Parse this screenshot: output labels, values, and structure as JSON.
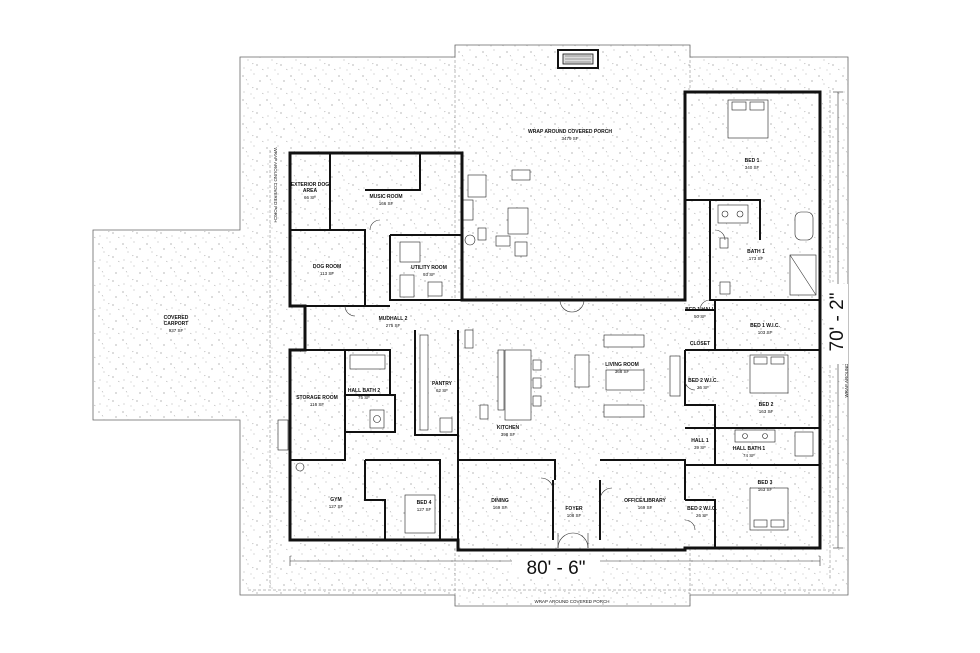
{
  "rooms": {
    "porch_north": {
      "label": "WRAP AROUND COVERED PORCH",
      "area": "3479 SF"
    },
    "bed1": {
      "label": "BED 1",
      "area": "340 SF"
    },
    "bath1": {
      "label": "BATH 1",
      "area": "173 SF"
    },
    "bed1_hall": {
      "label": "BED 1 HALL",
      "area": "50 SF"
    },
    "bed1_wic": {
      "label": "BED 1 W.I.C.",
      "area": "103 SF"
    },
    "closet": {
      "label": "CLOSET"
    },
    "bed2_wic": {
      "label": "BED 2 W.I.C.",
      "area": "26 SF"
    },
    "bed2": {
      "label": "BED 2",
      "area": "163 SF"
    },
    "hall1": {
      "label": "HALL 1",
      "area": "39 SF"
    },
    "hall_bath1": {
      "label": "HALL BATH 1",
      "area": "74 SF"
    },
    "bed3": {
      "label": "BED 3",
      "area": "163 SF"
    },
    "bed2_wic_b": {
      "label": "BED 2 W.I.C.",
      "area": "26 SF"
    },
    "exterior_dog": {
      "label1": "EXTERIOR DOG",
      "label2": "AREA",
      "area": "66 SF"
    },
    "music_room": {
      "label": "MUSIC ROOM",
      "area": "166 SF"
    },
    "utility_room": {
      "label": "UTILITY ROOM",
      "area": "93 SF"
    },
    "dog_room": {
      "label": "DOG ROOM",
      "area": "113 SF"
    },
    "covered_carport": {
      "label1": "COVERED",
      "label2": "CARPORT",
      "area": "937 SF"
    },
    "mudhall2": {
      "label": "MUDHALL 2",
      "area": "275 SF"
    },
    "hall_bath2": {
      "label": "HALL BATH 2",
      "area": "75 SF"
    },
    "storage_room": {
      "label": "STORAGE ROOM",
      "area": "116 SF"
    },
    "pantry": {
      "label": "PANTRY",
      "area": "62 SF"
    },
    "living_room": {
      "label": "LIVING ROOM",
      "area": "368 SF"
    },
    "kitchen": {
      "label": "KITCHEN",
      "area": "398 SF"
    },
    "gym": {
      "label": "GYM",
      "area": "127 SF"
    },
    "bed4": {
      "label": "BED 4",
      "area": "127 SF"
    },
    "dining": {
      "label": "DINING",
      "area": "169 SF"
    },
    "foyer": {
      "label": "FOYER",
      "area": "108 SF"
    },
    "office": {
      "label": "OFFICE/LIBRARY",
      "area": "169 SF"
    }
  },
  "porch_labels": {
    "south": "WRAP AROUND COVERED PORCH",
    "east": "WRAP AROUND COVERED PORCH",
    "west": "WRAP AROUND COVERED PORCH"
  },
  "dimensions": {
    "width": "80' - 6\"",
    "depth": "70' - 2\""
  }
}
